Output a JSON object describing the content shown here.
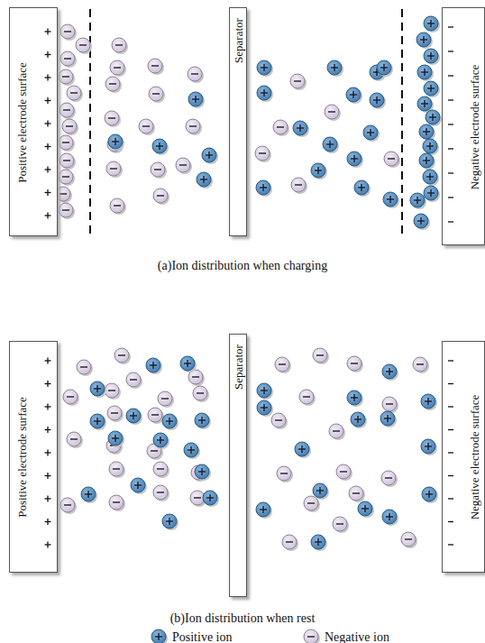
{
  "diagram": {
    "nodes": [
      {
        "text": [
          "Positive electrode surface"
        ]
      },
      {
        "text": [
          "Separator"
        ]
      },
      {
        "text": [
          "Negative electrode surface"
        ]
      },
      {
        "text": [
          "Positive electrode surface"
        ]
      },
      {
        "text": [
          "Separator"
        ]
      },
      {
        "text": [
          "Negative electrode surface"
        ]
      }
    ],
    "labels": [
      "(a)Ion distribution when charging",
      "(b)Ion distribution when rest"
    ],
    "legend": [
      {
        "text": "Positive ion"
      },
      {
        "text": "Negative ion"
      }
    ]
  }
}
